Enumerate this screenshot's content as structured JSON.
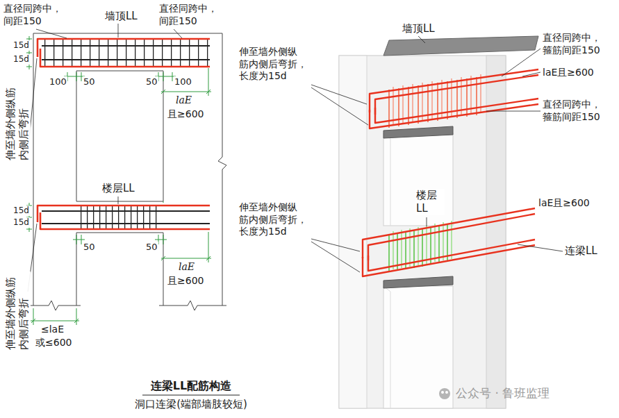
{
  "diagram": {
    "title": "连梁LL配筋构造",
    "caption": "洞口连梁(端部墙肢较短)",
    "labels": [
      "直径同跨中， 间距150",
      "墙顶LL",
      "直径同跨中， 间距150",
      "15d",
      "15d",
      "伸至墙外侧纵筋 内侧后弯折",
      "100",
      "50",
      "50",
      "100",
      "laE",
      "且≥600",
      "楼层LL",
      "15d",
      "15d",
      "伸至墙外侧纵筋 内侧后弯折",
      "50",
      "50",
      "laE",
      "且≥600",
      "≤laE",
      "或≤600",
      "墙顶LL",
      "直径同跨中， 箍筋间距150",
      "伸至墙外侧纵 筋内侧后弯折， 长度为15d",
      "laE且≥600",
      "直径同跨中， 箍筋间距150",
      "伸至墙外侧纵 筋内侧后弯折， 长度为15d",
      "楼层 LL",
      "laE且≥600",
      "连梁LL",
      "公众号 · 鲁班监理"
    ]
  }
}
